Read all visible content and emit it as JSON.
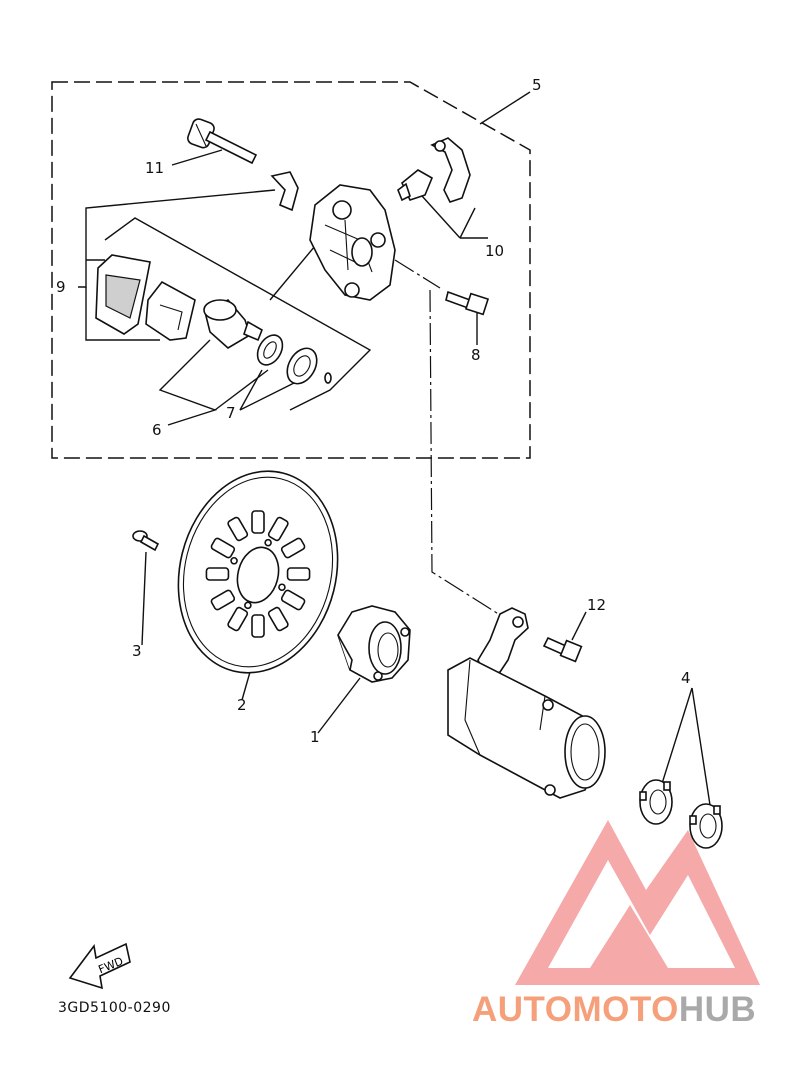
{
  "callouts": {
    "p1": "1",
    "p2": "2",
    "p3": "3",
    "p4": "4",
    "p5": "5",
    "p6": "6",
    "p7": "7",
    "p8": "8",
    "p9": "9",
    "p10": "10",
    "p11": "11",
    "p12": "12"
  },
  "fwd_label": "FWD",
  "diagram_code": "3GD5100-0290",
  "watermark": {
    "text_a": "AUTOMOTO",
    "text_b": "HUB",
    "color_a": "#f5a07a",
    "color_b": "#a9a9a9",
    "logo_color": "#f4a0a0"
  }
}
